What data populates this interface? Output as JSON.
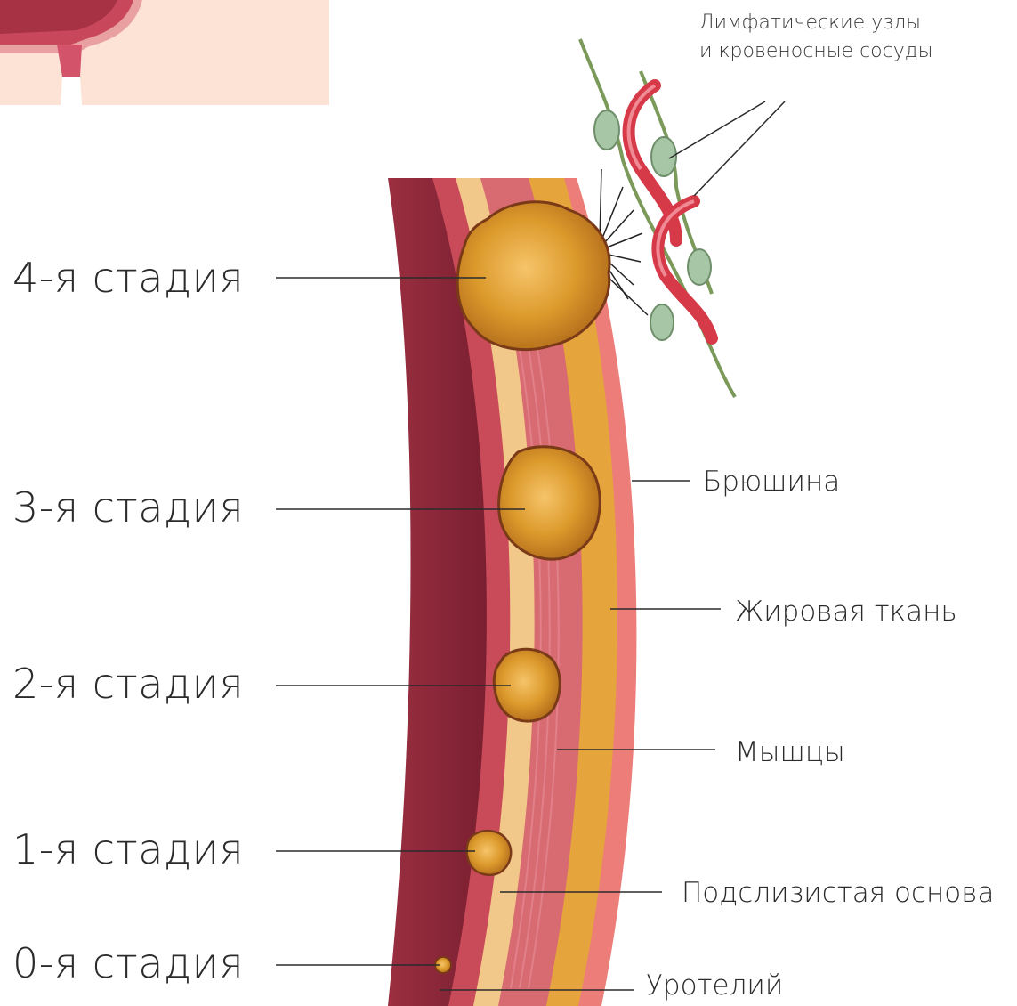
{
  "stages": {
    "stage4": "4-я стадия",
    "stage3": "3-я стадия",
    "stage2": "2-я стадия",
    "stage1": "1-я стадия",
    "stage0": "0-я стадия"
  },
  "layers": {
    "peritoneum": "Брюшина",
    "fat": "Жировая ткань",
    "muscle": "Мышцы",
    "submucosa": "Подслизистая основа",
    "urothelium": "Уротелий"
  },
  "nodes_label": {
    "line1": "Лимфатические узлы",
    "line2": "и кровеносные сосуды"
  },
  "colors": {
    "lumen": "#8e2b3c",
    "mucosa": "#c94a58",
    "submucosa": "#f2c78a",
    "muscle": "#d86a72",
    "fat": "#e6a43c",
    "peritoneum": "#ec7d78",
    "tumor": "#dc9a2c",
    "vessel": "#d63a48",
    "lymph_node": "#a7c6a6",
    "bladder_bg": "#fde3d6"
  }
}
